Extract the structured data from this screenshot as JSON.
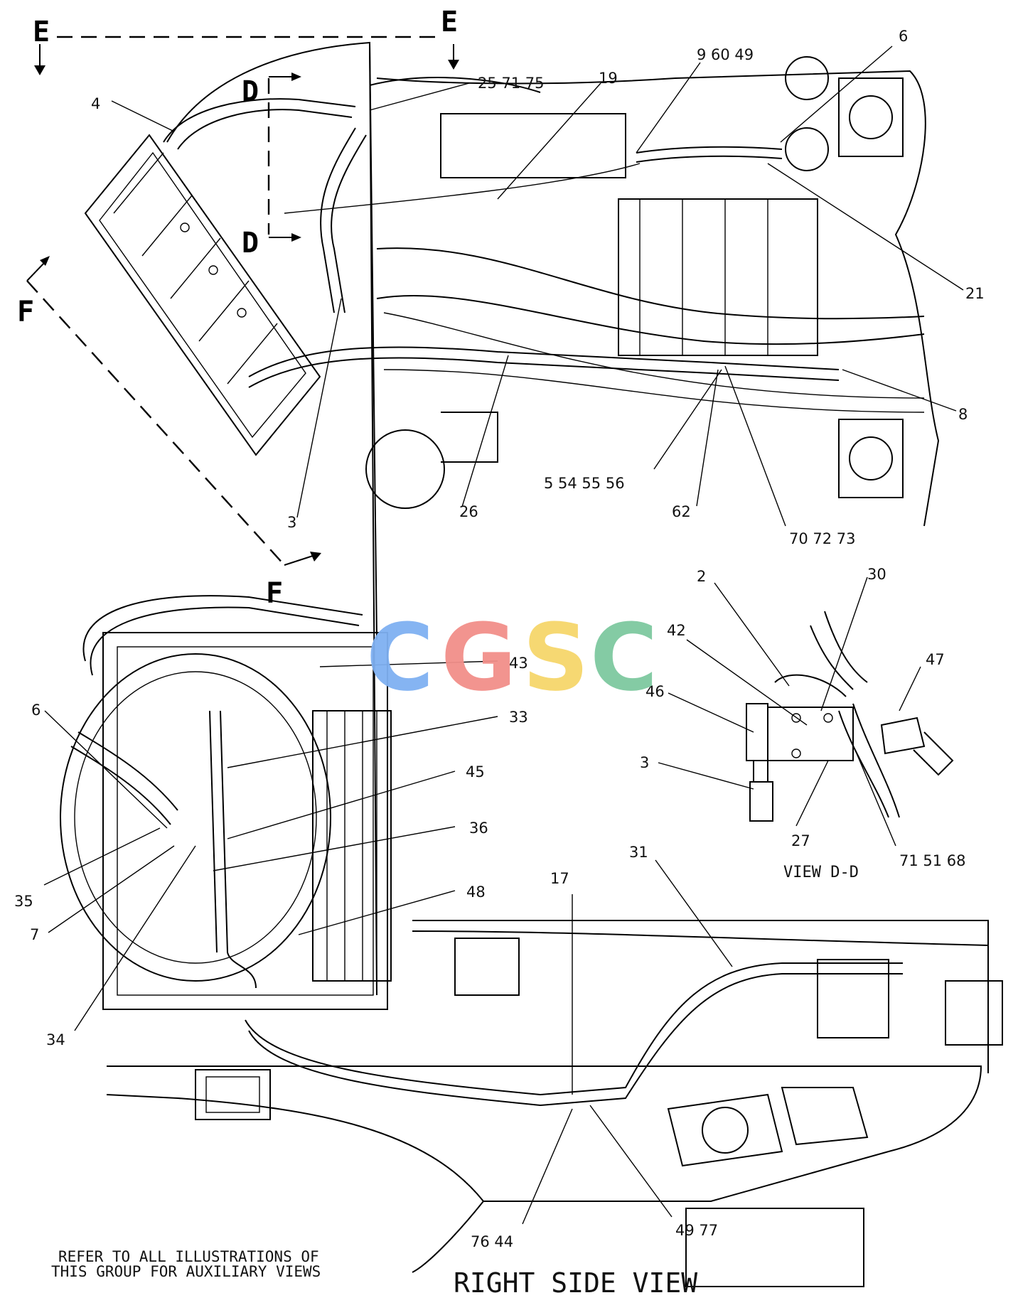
{
  "labels": {
    "l4": "4",
    "l25": "25  71  75",
    "l19": "19",
    "l9": "9  60  49",
    "l6a": "6",
    "l21": "21",
    "l8": "8",
    "l3a": "3",
    "l26": "26",
    "l54": "5 54  55  56",
    "l62": "62",
    "l70": "70  72  73",
    "l2": "2",
    "l30": "30",
    "l42": "42",
    "l47": "47",
    "l46": "46",
    "l3b": "3",
    "l27": "27",
    "l71": "71  51  68",
    "l43": "43",
    "l33": "33",
    "l6b": "6",
    "l45": "45",
    "l36": "36",
    "l35": "35",
    "l7": "7",
    "l48": "48",
    "l34": "34",
    "l17": "17",
    "l31": "31",
    "l76": "76  44",
    "l49": "49  77"
  },
  "sections": {
    "e_left": "E",
    "e_right": "E",
    "d_top": "D",
    "d_bottom": "D",
    "f_top": "F",
    "f_bottom": "F"
  },
  "view_dd": "VIEW  D-D",
  "note_line1": "REFER TO ALL ILLUSTRATIONS OF",
  "note_line2": "THIS GROUP FOR AUXILIARY VIEWS",
  "main_title": "RIGHT SIDE VIEW",
  "watermark": {
    "letters": [
      "C",
      "G",
      "S",
      "C"
    ],
    "colors": [
      "#7fb0f2",
      "#f28f8a",
      "#f6d66b",
      "#7ec9a0"
    ]
  }
}
